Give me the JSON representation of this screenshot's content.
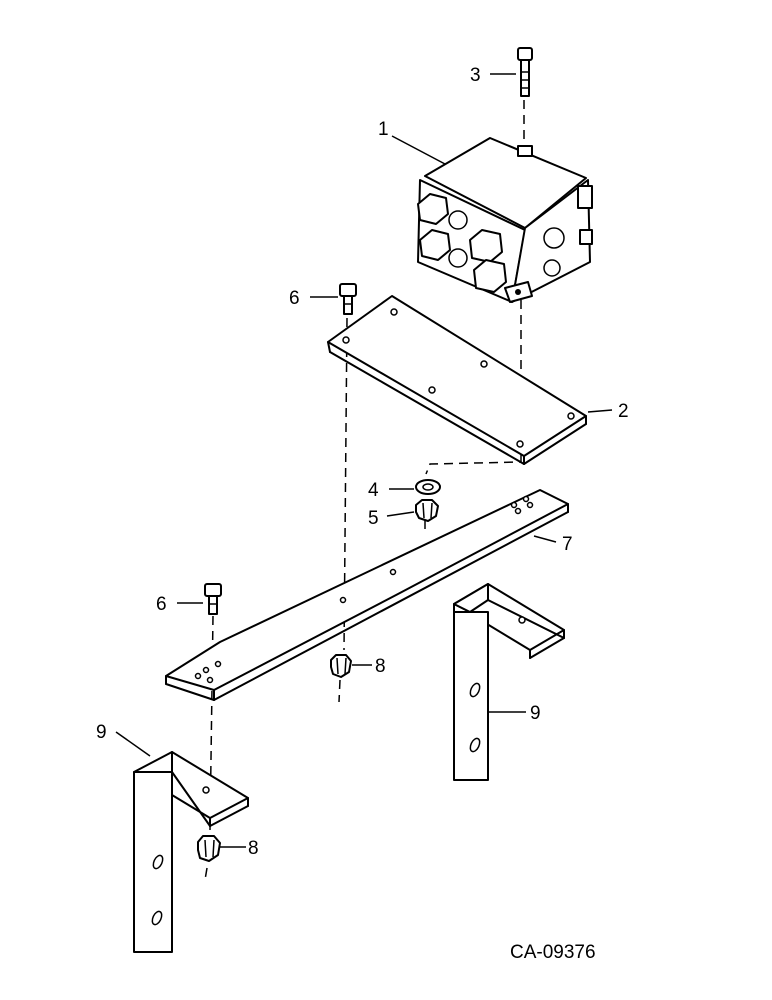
{
  "callouts": {
    "c1": "1",
    "c2": "2",
    "c3": "3",
    "c4": "4",
    "c5": "5",
    "c6a": "6",
    "c6b": "6",
    "c7": "7",
    "c8a": "8",
    "c8b": "8",
    "c9a": "9",
    "c9b": "9"
  },
  "drawing_code": "CA-09376"
}
